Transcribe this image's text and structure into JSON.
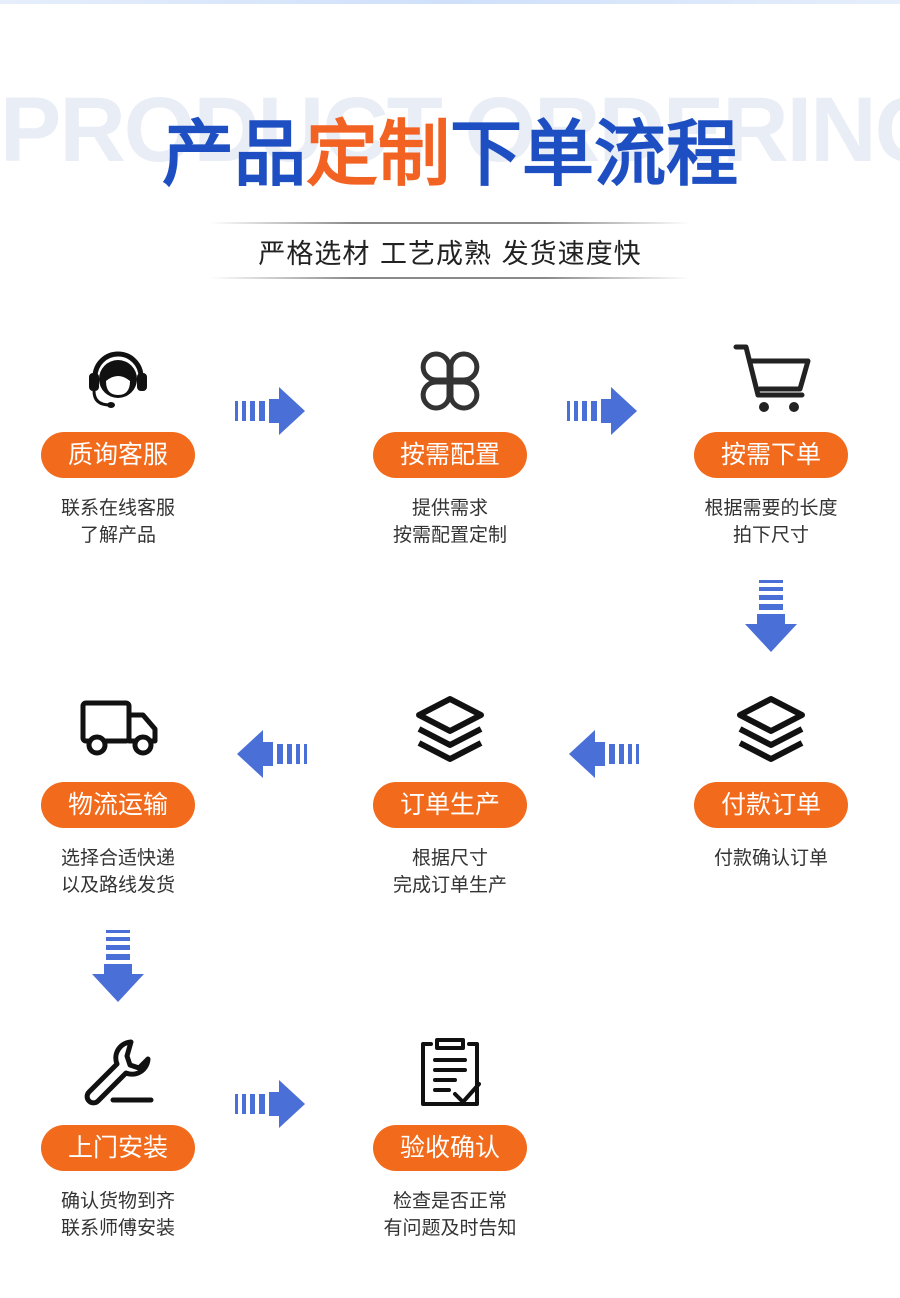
{
  "header": {
    "watermark": "PRODUCT ORDERING",
    "title_part1": "产品",
    "title_part2": "定制",
    "title_part3": "下单",
    "title_part4": "流程",
    "subtitle": "严格选材 工艺成熟 发货速度快"
  },
  "colors": {
    "accent_orange": "#f26a1b",
    "title_blue": "#1e4fc2",
    "arrow_blue": "#4a6fd6"
  },
  "steps": [
    {
      "icon": "customer-service-icon",
      "label": "质询客服",
      "desc_line1": "联系在线客服",
      "desc_line2": "了解产品"
    },
    {
      "icon": "config-grid-icon",
      "label": "按需配置",
      "desc_line1": "提供需求",
      "desc_line2": "按需配置定制"
    },
    {
      "icon": "shopping-cart-icon",
      "label": "按需下单",
      "desc_line1": "根据需要的长度",
      "desc_line2": "拍下尺寸"
    },
    {
      "icon": "layers-icon",
      "label": "付款订单",
      "desc_line1": "付款确认订单",
      "desc_line2": ""
    },
    {
      "icon": "layers-icon",
      "label": "订单生产",
      "desc_line1": "根据尺寸",
      "desc_line2": "完成订单生产"
    },
    {
      "icon": "delivery-truck-icon",
      "label": "物流运输",
      "desc_line1": "选择合适快递",
      "desc_line2": "以及路线发货"
    },
    {
      "icon": "wrench-icon",
      "label": "上门安装",
      "desc_line1": "确认货物到齐",
      "desc_line2": "联系师傅安装"
    },
    {
      "icon": "clipboard-check-icon",
      "label": "验收确认",
      "desc_line1": "检查是否正常",
      "desc_line2": "有问题及时告知"
    }
  ]
}
